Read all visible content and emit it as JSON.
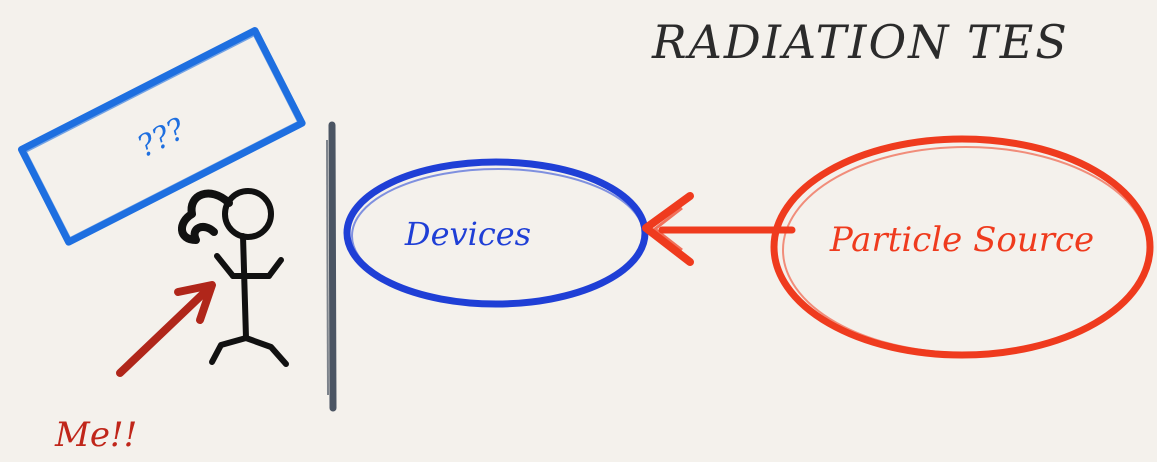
{
  "title": "RADIATION TES",
  "sign_label": "???",
  "devices_label": "Devices",
  "source_label": "Particle Source",
  "me_label": "Me!!",
  "colors": {
    "background": "#f4f1ec",
    "title": "#2b2b2b",
    "sign": "#1e6fe0",
    "devices": "#1f3fd6",
    "source": "#ef3b1e",
    "arrow_in": "#ef3b1e",
    "arrow_me": "#b0261a",
    "me_text": "#c0261a",
    "stick_figure": "#111111",
    "barrier": "#4b5563"
  },
  "icons": {
    "sign": "sign-board-icon",
    "figure": "stick-figure-icon",
    "barrier": "barrier-wall-icon",
    "arrow_source": "arrow-left-icon",
    "arrow_me": "arrow-up-right-icon"
  }
}
